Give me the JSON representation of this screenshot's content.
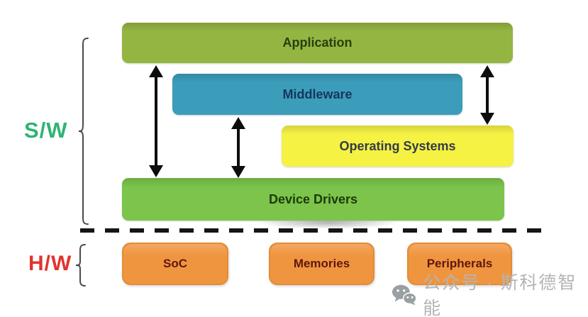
{
  "labels": {
    "software": "S/W",
    "hardware": "H/W"
  },
  "sw_layers": [
    {
      "label": "Application"
    },
    {
      "label": "Middleware"
    },
    {
      "label": "Operating Systems"
    },
    {
      "label": "Device Drivers"
    }
  ],
  "hw_boxes": [
    {
      "label": "SoC"
    },
    {
      "label": "Memories"
    },
    {
      "label": "Peripherals"
    }
  ],
  "watermark": {
    "icon": "wechat-icon",
    "text": "公众号 · 斯科德智能"
  },
  "colors": {
    "sw_label": "#2eb474",
    "hw_label": "#e2332e",
    "application_bg": "#95b542",
    "application_text": "#26400d",
    "middleware_bg": "#3c9dbb",
    "middleware_text": "#14365c",
    "os_bg": "#f5f244",
    "os_text": "#343b49",
    "device_drivers_bg": "#7cc44b",
    "device_drivers_text": "#1c3a0b",
    "hw_box_bg": "#f0953f",
    "hw_box_border": "#e18c38",
    "hw_box_text": "#5e170f",
    "arrow": "#0d0d0d",
    "divider": "#151515",
    "bracket": "#4a4a4a",
    "watermark_icon": "#9aa0a2",
    "watermark_text": "#b4b4b4"
  }
}
